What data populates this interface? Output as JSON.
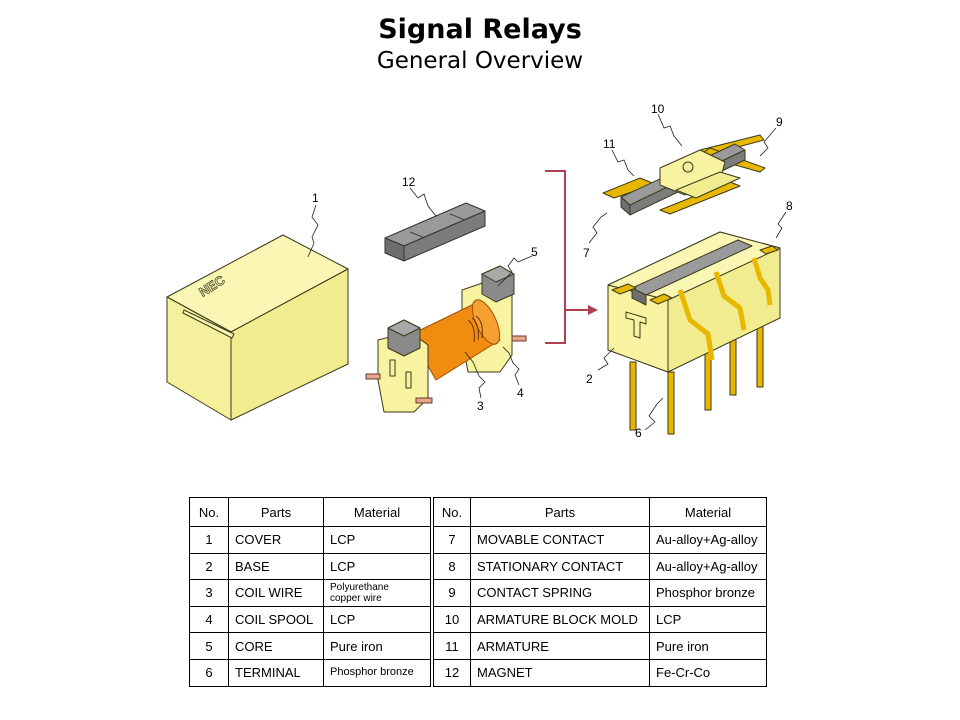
{
  "header": {
    "title": "Signal Relays",
    "subtitle": "General Overview"
  },
  "diagram": {
    "callouts": [
      "1",
      "2",
      "3",
      "4",
      "5",
      "6",
      "7",
      "8",
      "9",
      "10",
      "11",
      "12"
    ],
    "logo_text": "NEC",
    "colors": {
      "housing": "#f7f3a0",
      "housing_stroke": "#3a3a1a",
      "coil": "#f08c10",
      "core": "#8a8a8a",
      "contact": "#e8b800",
      "bracket": "#b04050"
    }
  },
  "table": {
    "headers": [
      "No.",
      "Parts",
      "Material"
    ],
    "left_rows": [
      {
        "no": "1",
        "part": "COVER",
        "material": "LCP"
      },
      {
        "no": "2",
        "part": "BASE",
        "material": "LCP"
      },
      {
        "no": "3",
        "part": "COIL WIRE",
        "material_line1": "Polyurethane",
        "material_line2": "copper wire"
      },
      {
        "no": "4",
        "part": "COIL SPOOL",
        "material": "LCP"
      },
      {
        "no": "5",
        "part": "CORE",
        "material": "Pure iron"
      },
      {
        "no": "6",
        "part": "TERMINAL",
        "material": "Phosphor bronze"
      }
    ],
    "right_rows": [
      {
        "no": "7",
        "part": "MOVABLE CONTACT",
        "material": "Au-alloy+Ag-alloy"
      },
      {
        "no": "8",
        "part": "STATIONARY  CONTACT",
        "material": "Au-alloy+Ag-alloy"
      },
      {
        "no": "9",
        "part": "CONTACT  SPRING",
        "material": "Phosphor bronze"
      },
      {
        "no": "10",
        "part": "ARMATURE  BLOCK MOLD",
        "material": "LCP"
      },
      {
        "no": "11",
        "part": "ARMATURE",
        "material": "Pure iron"
      },
      {
        "no": "12",
        "part": "MAGNET",
        "material": "Fe-Cr-Co"
      }
    ]
  }
}
